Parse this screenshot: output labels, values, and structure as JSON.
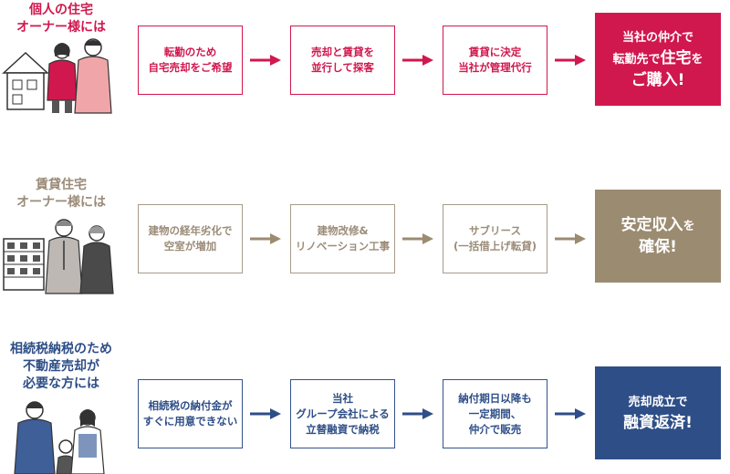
{
  "colors": {
    "crimson": "#d0184e",
    "taupe": "#9b8b71",
    "navy": "#2e4e87"
  },
  "rows": [
    {
      "title": [
        "個人の住宅",
        "オーナー様には"
      ],
      "steps": [
        [
          "転勤のため",
          "自宅売却をご希望"
        ],
        [
          "売却と賃貸を",
          "並行して探客"
        ],
        [
          "賃貸に決定",
          "当社が管理代行"
        ]
      ],
      "result": {
        "line1": "当社の仲介で",
        "line2_pre": "転勤先で",
        "line2_big": "住宅",
        "line2_post": "を",
        "line3": "ご購入!"
      }
    },
    {
      "title": [
        "賃貸住宅",
        "オーナー様には"
      ],
      "steps": [
        [
          "建物の経年劣化で",
          "空室が増加"
        ],
        [
          "建物改修&",
          "リノベーション工事"
        ],
        [
          "サブリース",
          "(一括借上げ転貸)"
        ]
      ],
      "result": {
        "line1_big": "安定収入",
        "line1_post": "を",
        "line2": "確保!"
      }
    },
    {
      "title": [
        "相続税納税のため",
        "不動産売却が",
        "必要な方には"
      ],
      "steps": [
        [
          "相続税の納付金が",
          "すぐに用意できない"
        ],
        [
          "当社",
          "グループ会社による",
          "立替融資で納税"
        ],
        [
          "納付期日以降も",
          "一定期間、",
          "仲介で販売"
        ]
      ],
      "result": {
        "line1": "売却成立で",
        "line2": "融資返済!"
      }
    }
  ]
}
